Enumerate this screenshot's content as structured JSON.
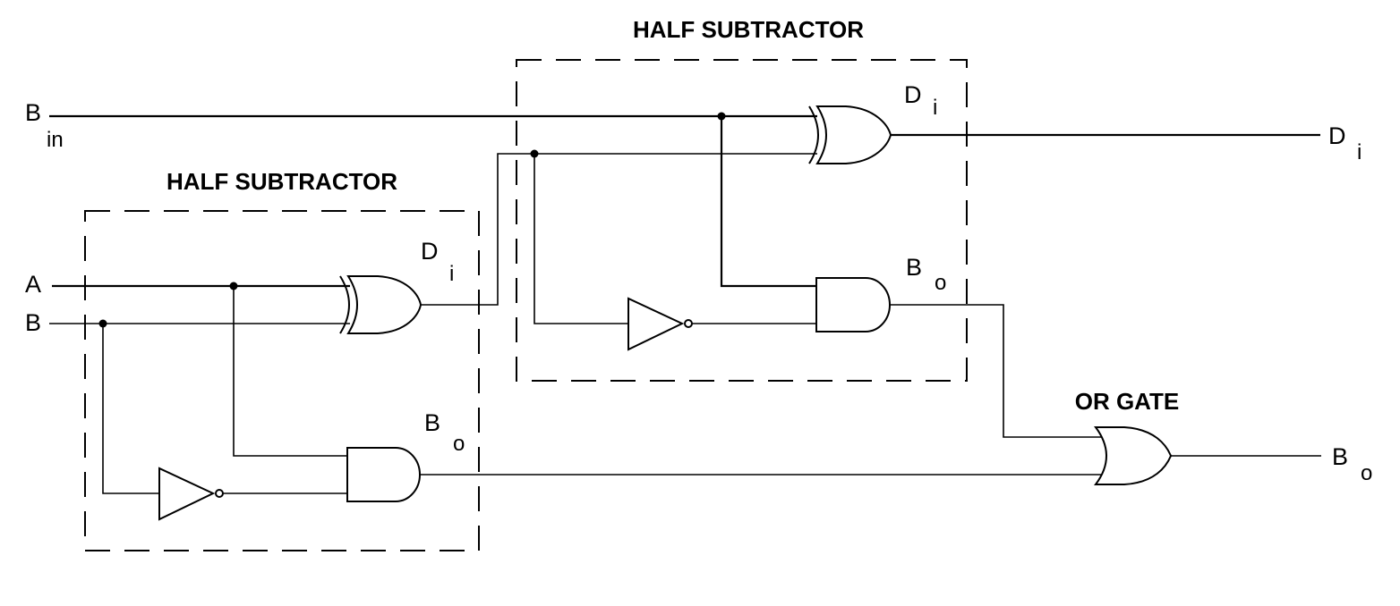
{
  "titles": {
    "hs1": "HALF SUBTRACTOR",
    "hs2": "HALF SUBTRACTOR",
    "or_gate": "OR GATE"
  },
  "inputs": {
    "b_in_main": "B",
    "b_in_sub": "in",
    "a": "A",
    "b": "B"
  },
  "gate_labels": {
    "hs1_xor_main": "D",
    "hs1_xor_sub": "i",
    "hs1_and_main": "B",
    "hs1_and_sub": "o",
    "hs2_xor_main": "D",
    "hs2_xor_sub": "i",
    "hs2_and_main": "B",
    "hs2_and_sub": "o"
  },
  "outputs": {
    "d_main": "D",
    "d_sub": "i",
    "b_main": "B",
    "b_sub": "o"
  }
}
